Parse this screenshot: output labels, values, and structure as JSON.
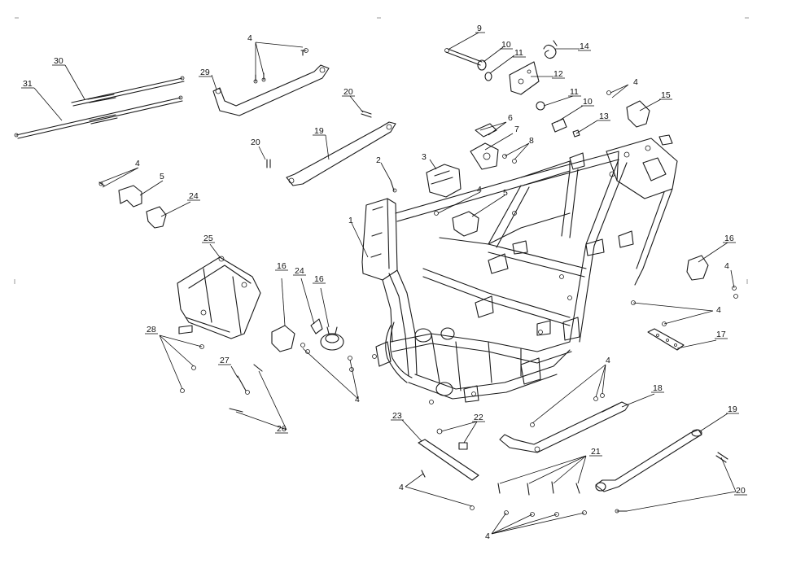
{
  "diagram": {
    "callouts": [
      {
        "id": "c1",
        "text": "1"
      },
      {
        "id": "c2",
        "text": "2"
      },
      {
        "id": "c3",
        "text": "3"
      },
      {
        "id": "c4a",
        "text": "4"
      },
      {
        "id": "c4b",
        "text": "4"
      },
      {
        "id": "c4c",
        "text": "4"
      },
      {
        "id": "c4d",
        "text": "4"
      },
      {
        "id": "c4e",
        "text": "4"
      },
      {
        "id": "c4f",
        "text": "4"
      },
      {
        "id": "c4g",
        "text": "4"
      },
      {
        "id": "c4h",
        "text": "4"
      },
      {
        "id": "c4i",
        "text": "4"
      },
      {
        "id": "c4j",
        "text": "4"
      },
      {
        "id": "c4k",
        "text": "4"
      },
      {
        "id": "c5a",
        "text": "5"
      },
      {
        "id": "c5b",
        "text": "5"
      },
      {
        "id": "c6",
        "text": "6"
      },
      {
        "id": "c7",
        "text": "7"
      },
      {
        "id": "c8",
        "text": "8"
      },
      {
        "id": "c9",
        "text": "9"
      },
      {
        "id": "c10a",
        "text": "10"
      },
      {
        "id": "c10b",
        "text": "10"
      },
      {
        "id": "c11a",
        "text": "11"
      },
      {
        "id": "c11b",
        "text": "11"
      },
      {
        "id": "c12",
        "text": "12"
      },
      {
        "id": "c13",
        "text": "13"
      },
      {
        "id": "c14",
        "text": "14"
      },
      {
        "id": "c15",
        "text": "15"
      },
      {
        "id": "c16a",
        "text": "16"
      },
      {
        "id": "c16b",
        "text": "16"
      },
      {
        "id": "c16c",
        "text": "16"
      },
      {
        "id": "c17",
        "text": "17"
      },
      {
        "id": "c18",
        "text": "18"
      },
      {
        "id": "c19a",
        "text": "19"
      },
      {
        "id": "c19b",
        "text": "19"
      },
      {
        "id": "c20a",
        "text": "20"
      },
      {
        "id": "c20b",
        "text": "20"
      },
      {
        "id": "c20c",
        "text": "20"
      },
      {
        "id": "c21",
        "text": "21"
      },
      {
        "id": "c22",
        "text": "22"
      },
      {
        "id": "c23",
        "text": "23"
      },
      {
        "id": "c24a",
        "text": "24"
      },
      {
        "id": "c24b",
        "text": "24"
      },
      {
        "id": "c25",
        "text": "25"
      },
      {
        "id": "c26",
        "text": "26"
      },
      {
        "id": "c27",
        "text": "27"
      },
      {
        "id": "c28",
        "text": "28"
      },
      {
        "id": "c29",
        "text": "29"
      },
      {
        "id": "c30",
        "text": "30"
      },
      {
        "id": "c31",
        "text": "31"
      }
    ]
  }
}
